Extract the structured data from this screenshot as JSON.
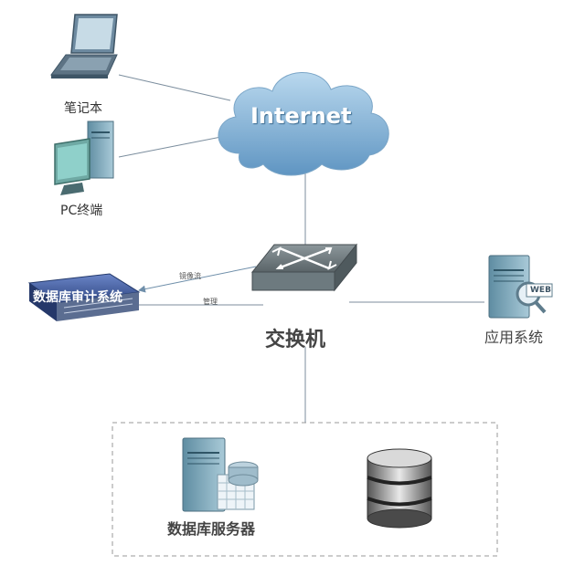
{
  "nodes": {
    "laptop": "笔记本",
    "pc": "PC终端",
    "internet": "Internet",
    "audit": "数据库审计系统",
    "switch": "交换机",
    "app": "应用系统",
    "web_tag": "WEB",
    "db_server": "数据库服务器"
  },
  "edges": {
    "mirror": "镜像流",
    "manage": "管理"
  },
  "colors": {
    "line": "#7c8e9e",
    "cloud": "#7fb0d6",
    "switch": "#5e6a6f",
    "audit": "#3f5a9e",
    "server": "#8fb7c8",
    "dashed": "#9a9a9a"
  }
}
